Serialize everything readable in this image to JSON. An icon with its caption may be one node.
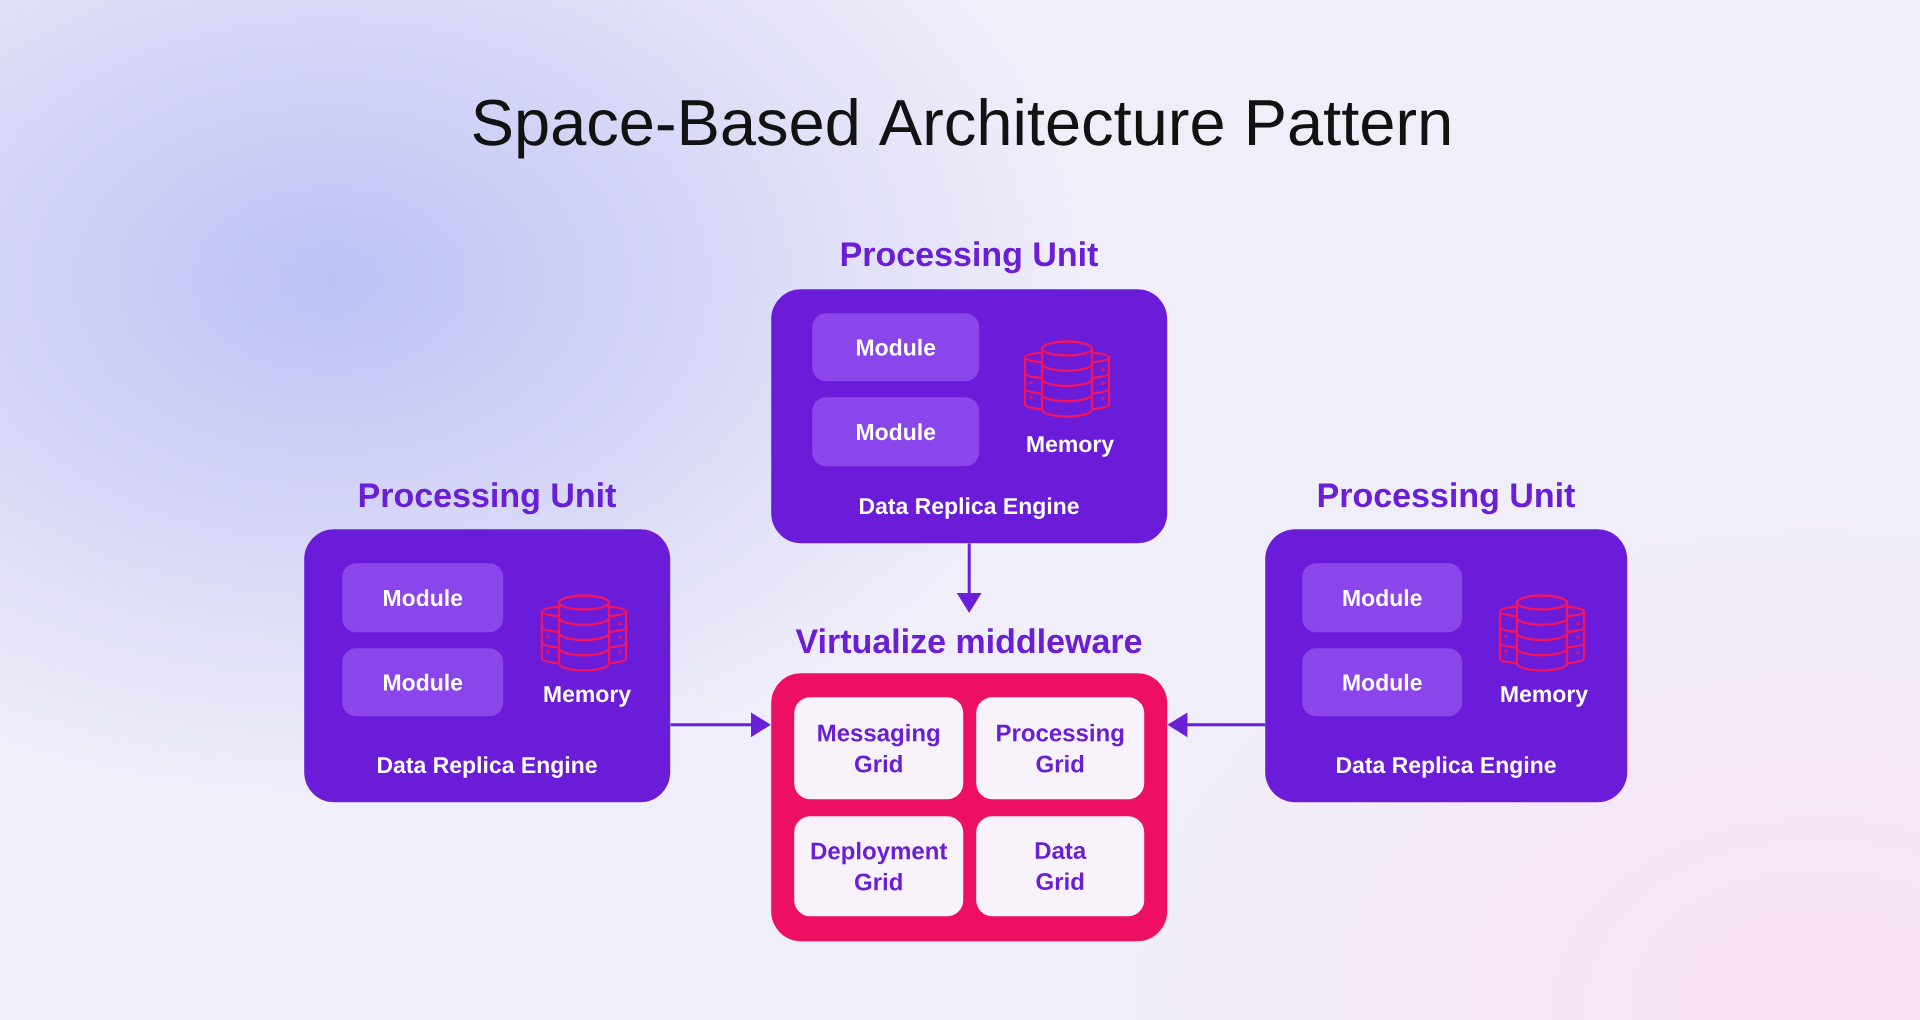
{
  "diagram": {
    "title": "Space-Based Architecture Pattern",
    "nodes": [
      {
        "text": [
          "Processing Unit",
          "Data Replica Engine"
        ]
      },
      {
        "text": [
          "Module"
        ],
        "in": 0
      },
      {
        "text": [
          "Module"
        ],
        "in": 0
      },
      {
        "text": [
          "Memory"
        ],
        "in": 0
      },
      {
        "text": [
          "Processing Unit",
          "Data Replica Engine"
        ]
      },
      {
        "text": [
          "Module"
        ],
        "in": 4
      },
      {
        "text": [
          "Module"
        ],
        "in": 4
      },
      {
        "text": [
          "Memory"
        ],
        "in": 4
      },
      {
        "text": [
          "Virtualize middleware"
        ]
      },
      {
        "text": [
          "Messaging Grid"
        ],
        "in": 8
      },
      {
        "text": [
          "Processing Grid"
        ],
        "in": 8
      },
      {
        "text": [
          "Deployment Grid"
        ],
        "in": 8
      },
      {
        "text": [
          "Data Grid"
        ],
        "in": 8
      },
      {
        "text": [
          "Processing Unit",
          "Data Replica Engine"
        ]
      },
      {
        "text": [
          "Module"
        ],
        "in": 13
      },
      {
        "text": [
          "Module"
        ],
        "in": 13
      },
      {
        "text": [
          "Memory"
        ],
        "in": 13
      }
    ],
    "edges": [
      {
        "from": 0,
        "to": 8,
        "arrow": "to"
      },
      {
        "from": 4,
        "to": 8,
        "arrow": "to"
      },
      {
        "from": 13,
        "to": 8,
        "arrow": "to"
      }
    ]
  }
}
